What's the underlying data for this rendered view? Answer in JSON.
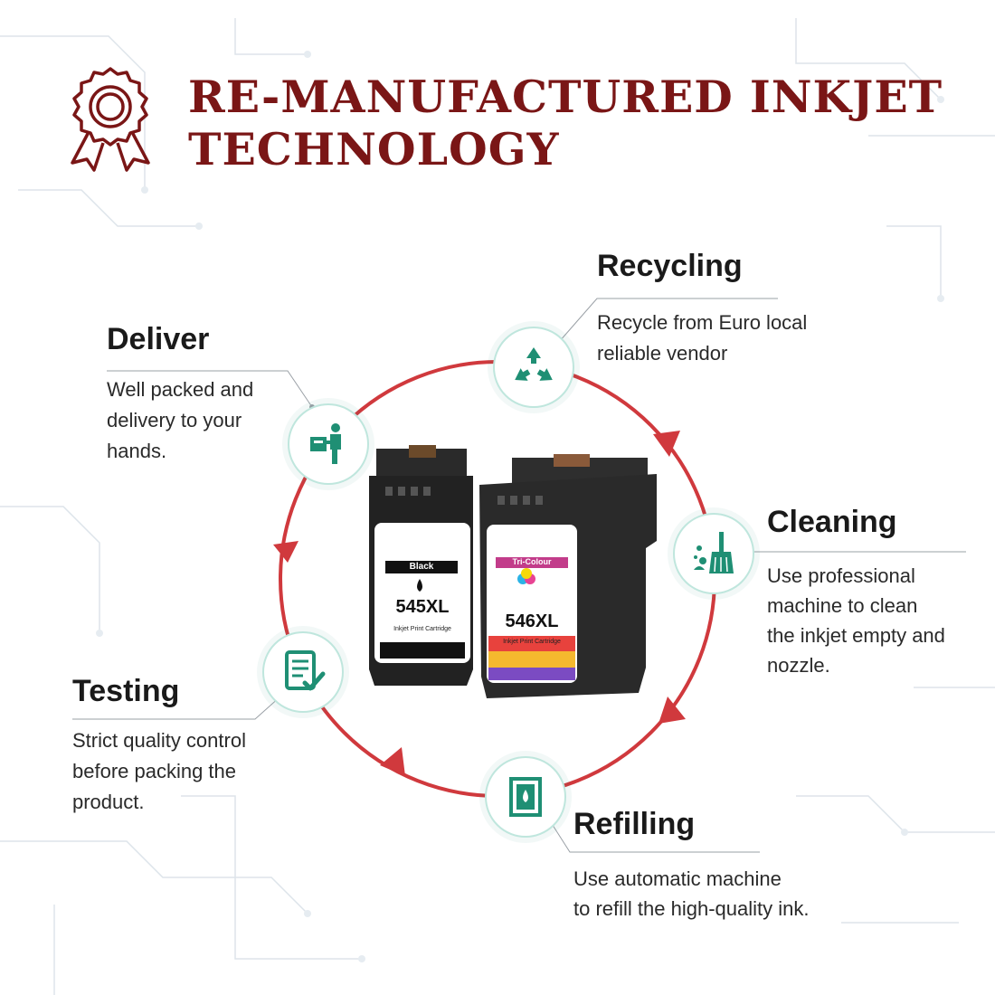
{
  "title": {
    "line1": "RE-MANUFACTURED INKJET",
    "line2": "TECHNOLOGY"
  },
  "colors": {
    "title": "#7a1616",
    "cycle": "#d0393d",
    "icon": "#1f8f74",
    "text": "#2a2a2a"
  },
  "steps": {
    "recycling": {
      "title": "Recycling",
      "text_line1": "Recycle from Euro local",
      "text_line2": "reliable vendor",
      "icon": "recycle-icon"
    },
    "cleaning": {
      "title": "Cleaning",
      "text_line1": "Use professional",
      "text_line2": "machine to clean",
      "text_line3": "the inkjet empty and",
      "text_line4": "nozzle.",
      "icon": "brush-icon"
    },
    "refilling": {
      "title": "Refilling",
      "text_line1": "Use automatic machine",
      "text_line2": "to refill the high-quality ink.",
      "icon": "ink-refill-icon"
    },
    "testing": {
      "title": "Testing",
      "text_line1": "Strict quality control",
      "text_line2": "before packing the",
      "text_line3": "product.",
      "icon": "checklist-icon"
    },
    "deliver": {
      "title": "Deliver",
      "text_line1": "Well packed and",
      "text_line2": "delivery to your",
      "text_line3": "hands.",
      "icon": "delivery-icon"
    }
  },
  "cartridges": {
    "black": {
      "model": "545XL",
      "color_label": "Black",
      "sub": "Inkjet Print Cartridge"
    },
    "color": {
      "model": "546XL",
      "color_label": "Tri-Colour",
      "sub": "Inkjet Print Cartridge"
    }
  }
}
